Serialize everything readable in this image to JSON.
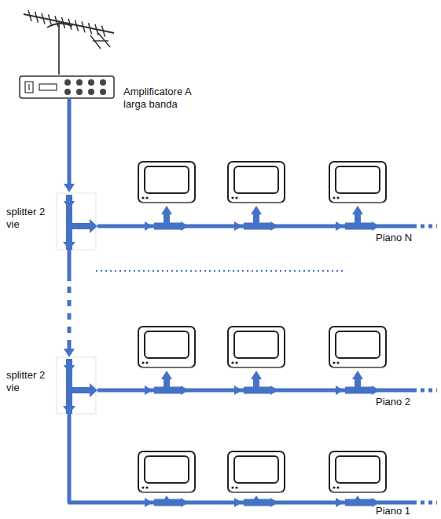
{
  "diagram": {
    "labels": [
      "Amplificatore A larga banda",
      "splitter 2 vie",
      "Piano N",
      "splitter 2 vie",
      "Piano 2",
      "Piano 1"
    ]
  }
}
